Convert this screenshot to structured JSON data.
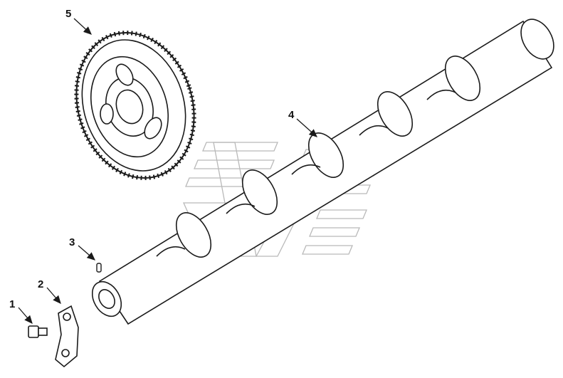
{
  "callouts": [
    {
      "id": "1",
      "label": "1"
    },
    {
      "id": "2",
      "label": "2"
    },
    {
      "id": "3",
      "label": "3"
    },
    {
      "id": "4",
      "label": "4"
    },
    {
      "id": "5",
      "label": "5"
    }
  ],
  "parts": {
    "1": "capscrew",
    "2": "camshaft-thrust-plate",
    "3": "dowel-pin",
    "4": "camshaft",
    "5": "camshaft-gear"
  },
  "colors": {
    "line": "#1a1a1a",
    "watermark": "#b9b9b9",
    "background": "#ffffff"
  }
}
